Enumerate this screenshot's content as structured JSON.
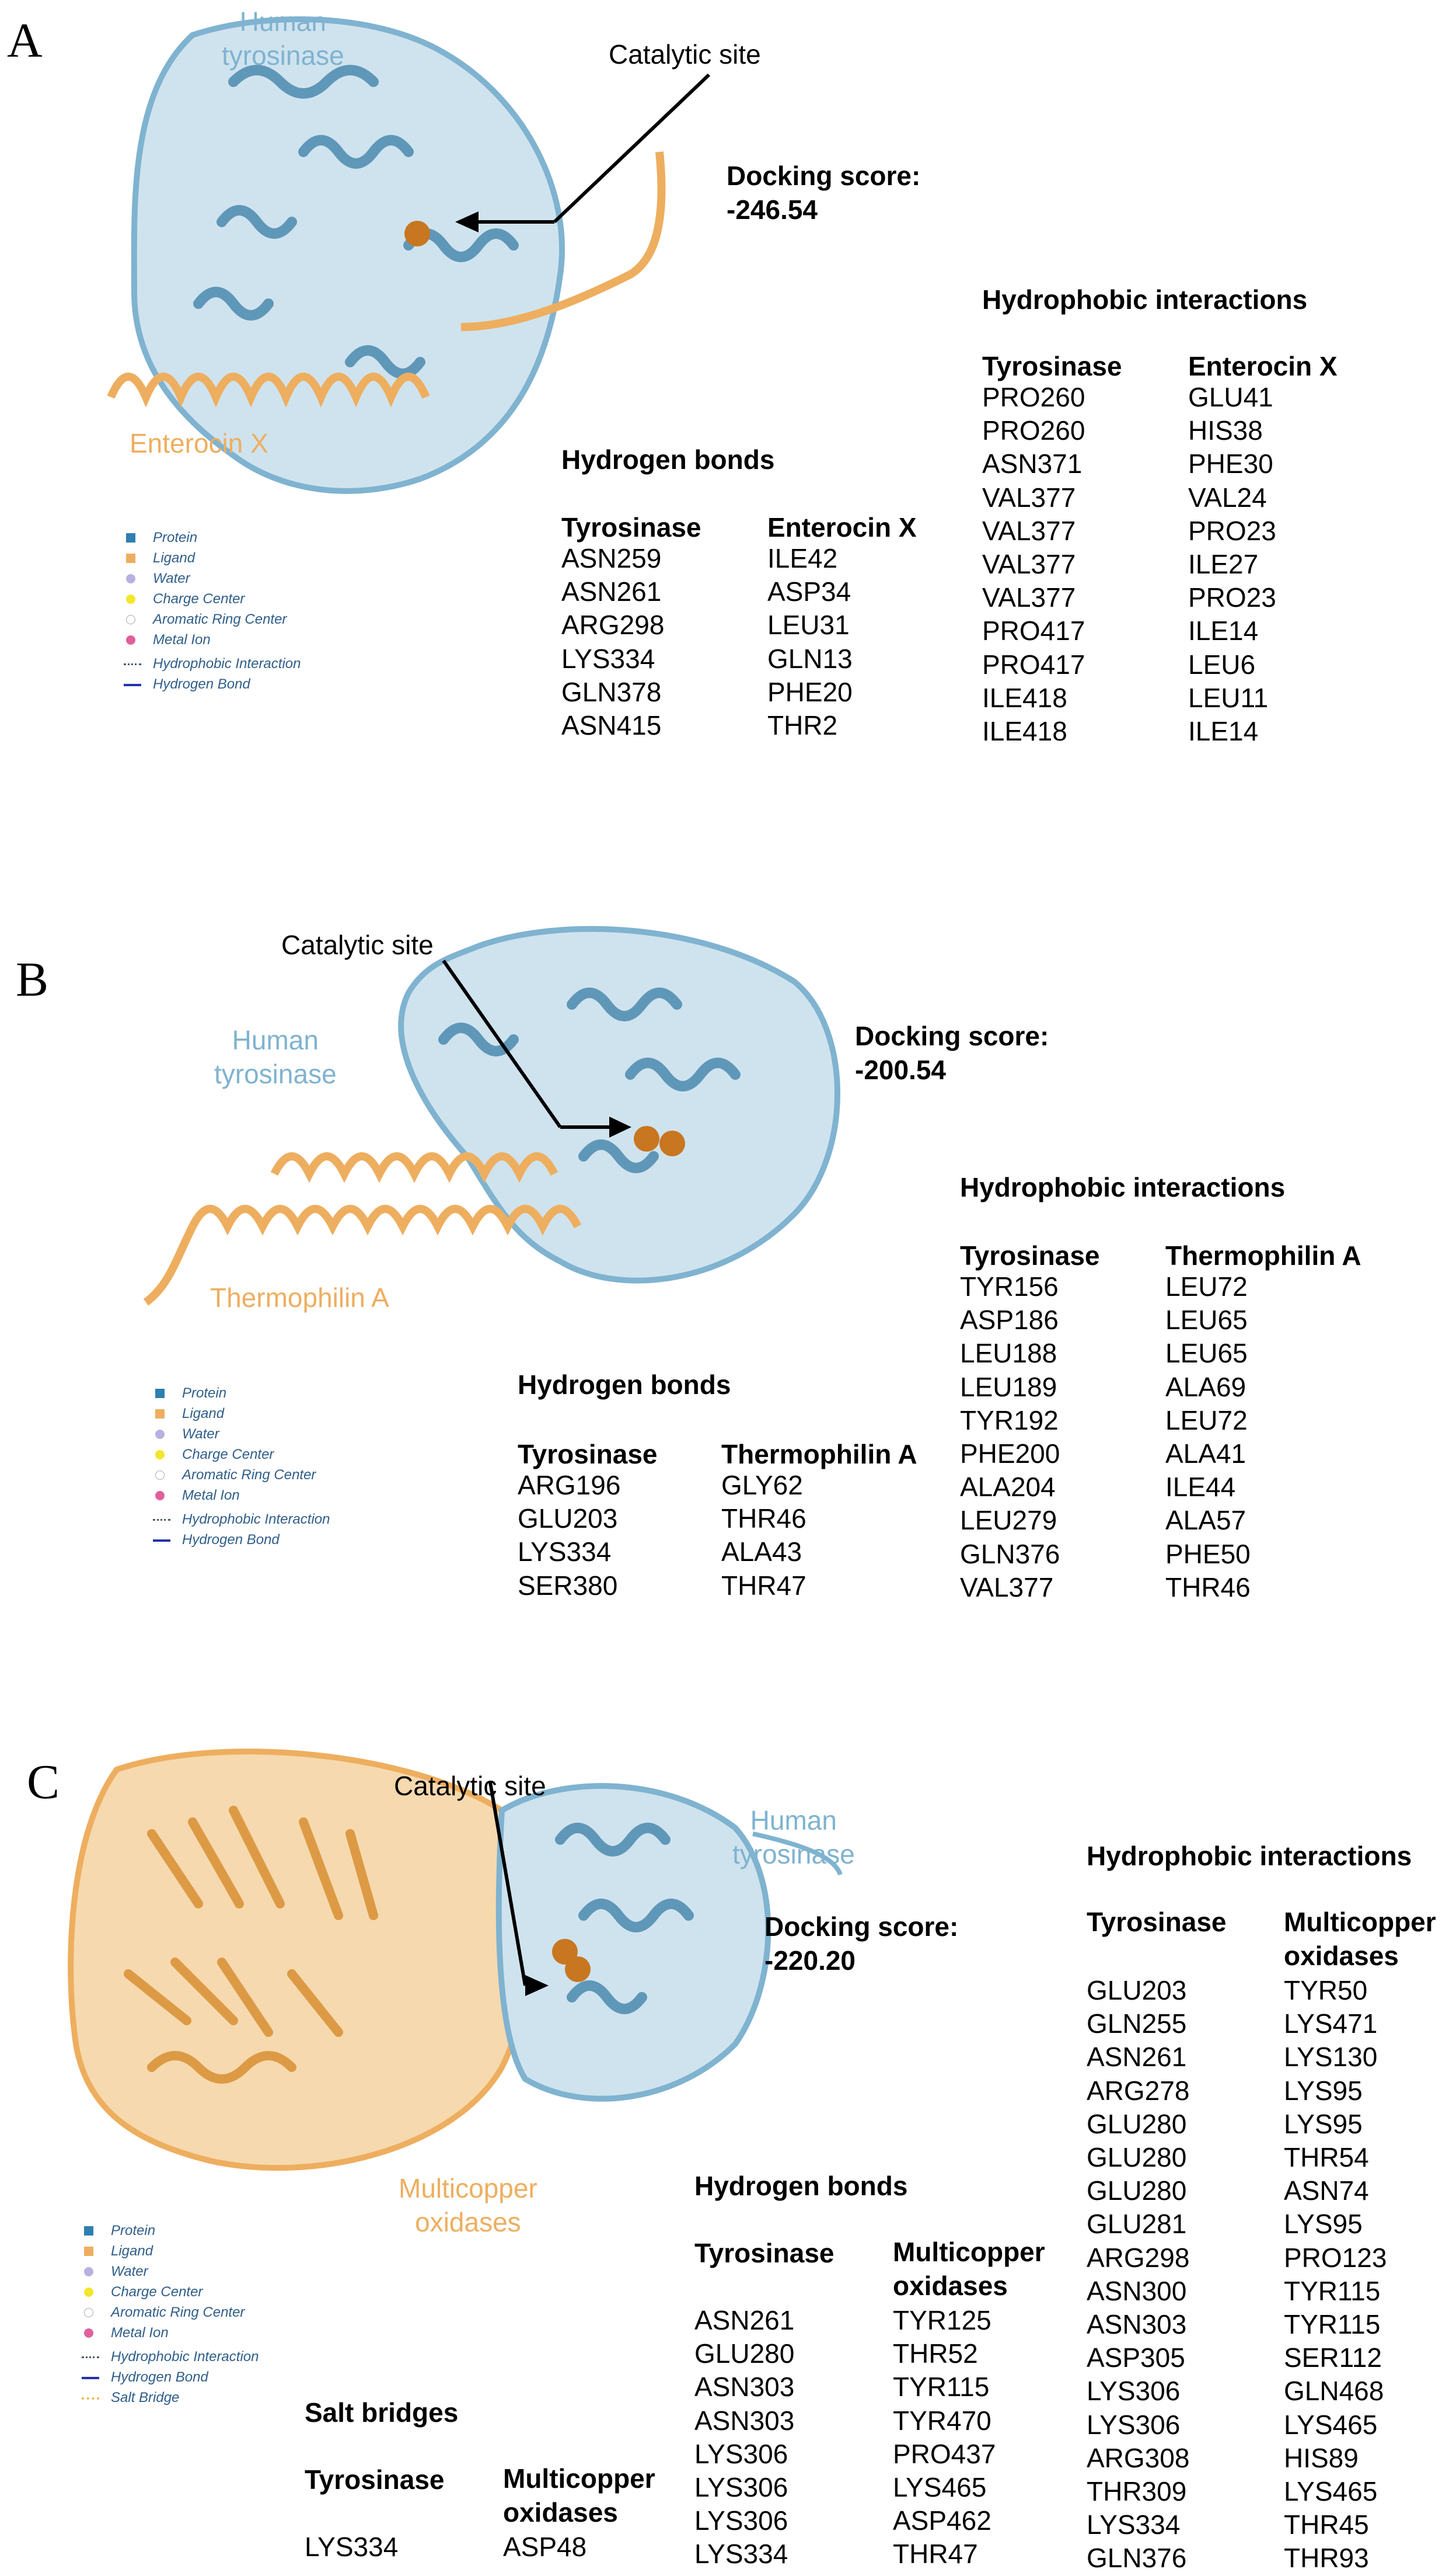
{
  "colors": {
    "tyrosinase_blue": "#7fb3d0",
    "ligand_orange": "#eeae5f",
    "legend_text": "#2f5e8a",
    "catalytic_sphere": "#c87620"
  },
  "legend": {
    "protein": "Protein",
    "ligand": "Ligand",
    "water": "Water",
    "charge_center": "Charge Center",
    "aromatic_ring_center": "Aromatic Ring Center",
    "metal_ion": "Metal Ion",
    "hydrophobic_interaction": "Hydrophobic Interaction",
    "hydrogen_bond": "Hydrogen Bond",
    "salt_bridge": "Salt Bridge"
  },
  "panels": [
    {
      "letter": "A",
      "tyrosinase_label": [
        "Human",
        "tyrosinase"
      ],
      "ligand_label": "Enterocin X",
      "catalytic_site": "Catalytic site",
      "docking_score_label": "Docking score:",
      "docking_score_value": "-246.54",
      "hydrophobic": {
        "title": "Hydrophobic interactions",
        "col1_header": "Tyrosinase",
        "col2_header": "Enterocin X",
        "col1": [
          "PRO260",
          "PRO260",
          "ASN371",
          "VAL377",
          "VAL377",
          "VAL377",
          "VAL377",
          "PRO417",
          "PRO417",
          "ILE418",
          "ILE418"
        ],
        "col2": [
          "GLU41",
          "HIS38",
          "PHE30",
          "VAL24",
          "PRO23",
          "ILE27",
          "PRO23",
          "ILE14",
          "LEU6",
          "LEU11",
          "ILE14"
        ]
      },
      "hbonds": {
        "title": "Hydrogen bonds",
        "col1_header": "Tyrosinase",
        "col2_header": "Enterocin X",
        "col1": [
          "ASN259",
          "ASN261",
          "ARG298",
          "LYS334",
          "GLN378",
          "ASN415"
        ],
        "col2": [
          "ILE42",
          "ASP34",
          "LEU31",
          "GLN13",
          "PHE20",
          "THR2"
        ]
      }
    },
    {
      "letter": "B",
      "tyrosinase_label": [
        "Human",
        "tyrosinase"
      ],
      "ligand_label": "Thermophilin A",
      "catalytic_site": "Catalytic site",
      "docking_score_label": "Docking score:",
      "docking_score_value": "-200.54",
      "hydrophobic": {
        "title": "Hydrophobic interactions",
        "col1_header": "Tyrosinase",
        "col2_header": "Thermophilin A",
        "col1": [
          "TYR156",
          "ASP186",
          "LEU188",
          "LEU189",
          "TYR192",
          "PHE200",
          "ALA204",
          "LEU279",
          "GLN376",
          "VAL377"
        ],
        "col2": [
          "LEU72",
          "LEU65",
          "LEU65",
          "ALA69",
          "LEU72",
          "ALA41",
          "ILE44",
          "ALA57",
          "PHE50",
          "THR46"
        ]
      },
      "hbonds": {
        "title": "Hydrogen bonds",
        "col1_header": "Tyrosinase",
        "col2_header": "Thermophilin A",
        "col1": [
          "ARG196",
          "GLU203",
          "LYS334",
          "SER380"
        ],
        "col2": [
          "GLY62",
          "THR46",
          "ALA43",
          "THR47"
        ]
      }
    },
    {
      "letter": "C",
      "tyrosinase_label": [
        "Human",
        "tyrosinase"
      ],
      "ligand_label": [
        "Multicopper",
        "oxidases"
      ],
      "catalytic_site": "Catalytic site",
      "docking_score_label": "Docking score:",
      "docking_score_value": "-220.20",
      "hydrophobic": {
        "title": "Hydrophobic interactions",
        "col1_header": "Tyrosinase",
        "col2_header": [
          "Multicopper",
          "oxidases"
        ],
        "col1": [
          "GLU203",
          "GLN255",
          "ASN261",
          "ARG278",
          "GLU280",
          "GLU280",
          "GLU280",
          "GLU281",
          "ARG298",
          "ASN300",
          "ASN303",
          "ASP305",
          "LYS306",
          "LYS306",
          "ARG308",
          "THR309",
          "LYS334",
          "GLN376"
        ],
        "col2": [
          "TYR50",
          "LYS471",
          "LYS130",
          "LYS95",
          "LYS95",
          "THR54",
          "ASN74",
          "LYS95",
          "PRO123",
          "TYR115",
          "TYR115",
          "SER112",
          "GLN468",
          "LYS465",
          "HIS89",
          "LYS465",
          "THR45",
          "THR93"
        ]
      },
      "hbonds": {
        "title": "Hydrogen bonds",
        "col1_header": "Tyrosinase",
        "col2_header": [
          "Multicopper",
          "oxidases"
        ],
        "col1": [
          "ASN261",
          "GLU280",
          "ASN303",
          "ASN303",
          "LYS306",
          "LYS306",
          "LYS306",
          "LYS334"
        ],
        "col2": [
          "TYR125",
          "THR52",
          "TYR115",
          "TYR470",
          "PRO437",
          "LYS465",
          "ASP462",
          "THR47"
        ]
      },
      "salt_bridges": {
        "title": "Salt bridges",
        "col1_header": "Tyrosinase",
        "col2_header": [
          "Multicopper",
          "oxidases"
        ],
        "col1": [
          "LYS334"
        ],
        "col2": [
          "ASP48"
        ]
      }
    }
  ]
}
